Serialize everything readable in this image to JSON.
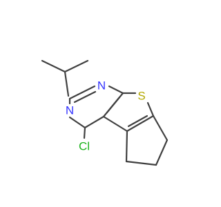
{
  "atoms": {
    "n1": {
      "symbol": "N",
      "color": "#3333ff"
    },
    "n3": {
      "symbol": "N",
      "color": "#3333ff"
    },
    "s": {
      "symbol": "S",
      "color": "#b3a800"
    },
    "cl": {
      "symbol": "Cl",
      "color": "#1db31d"
    }
  },
  "colors": {
    "bond": "#404040",
    "background": "#ffffff"
  }
}
